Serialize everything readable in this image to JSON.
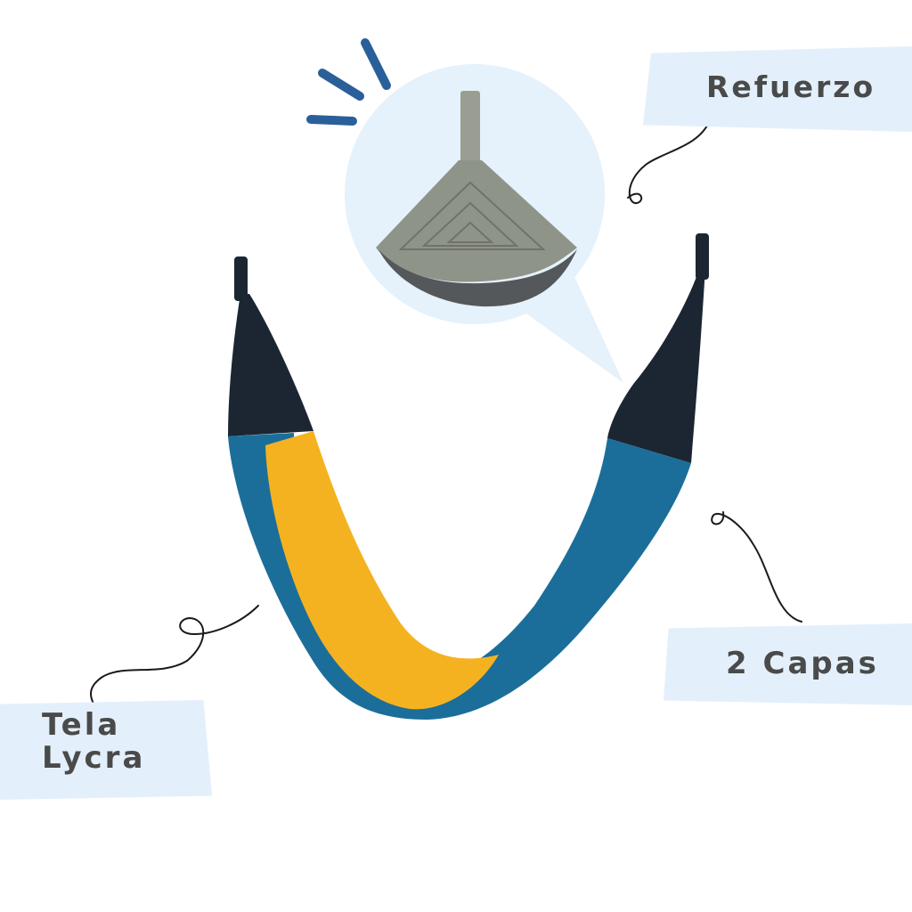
{
  "labels": {
    "reinforcement": "Refuerzo",
    "layers": "2 Capas",
    "fabric_line1": "Tela",
    "fabric_line2": "Lycra"
  },
  "colors": {
    "label_background": "#e3f0fb",
    "label_text": "#4a4a4a",
    "hammock_blue": "#1b6e9a",
    "hammock_yellow": "#f5b220",
    "hammock_ends": "#1c2633",
    "accent_dashes": "#2a5f99",
    "bubble": "#e5f1fb",
    "reinforcement_patch": "#8f9488"
  },
  "icons": [
    "emphasis-dashes-icon",
    "squiggle-arrow-icon"
  ]
}
